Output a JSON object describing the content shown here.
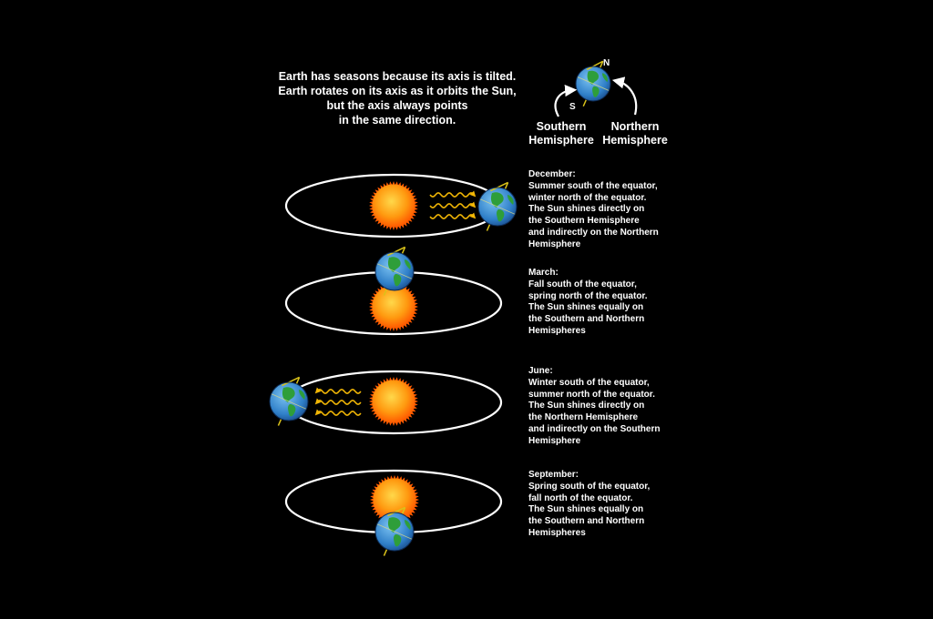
{
  "intro": {
    "lines": [
      "Earth has seasons because its axis is tilted.",
      "Earth rotates on its axis as it orbits the Sun,",
      "but the axis always points",
      "in the same direction."
    ]
  },
  "axis_legend": {
    "north_pole": "N",
    "south_pole": "S",
    "southern": [
      "Southern",
      "Hemisphere"
    ],
    "northern": [
      "Northern",
      "Hemisphere"
    ]
  },
  "seasons": [
    {
      "lines": [
        "December:",
        "Summer south of the equator,",
        "winter north of the equator.",
        "The Sun shines directly on",
        "the Southern Hemisphere",
        "and indirectly on the Northern",
        "Hemisphere"
      ]
    },
    {
      "lines": [
        "March:",
        "Fall south of the equator,",
        "spring north of the equator.",
        "The Sun shines equally on",
        "the Southern and Northern",
        "Hemispheres"
      ]
    },
    {
      "lines": [
        "June:",
        "Winter south of the equator,",
        "summer north of the equator.",
        "The Sun shines directly on",
        "the Northern Hemisphere",
        "and indirectly on the Southern",
        "Hemisphere"
      ]
    },
    {
      "lines": [
        "September:",
        "Spring south of the equator,",
        "fall north of the equator.",
        "The Sun shines equally on",
        "the Southern and Northern",
        "Hemispheres"
      ]
    }
  ],
  "colors": {
    "background": "#000000",
    "text": "#ffffff",
    "orbit": "#ffffff",
    "sun_core": "#ffcc33",
    "sun_edge": "#ff5a00",
    "ocean": "#3d8fd6",
    "land": "#2e9e3a",
    "axis": "#d9c21a",
    "rays": "#f2b705"
  }
}
